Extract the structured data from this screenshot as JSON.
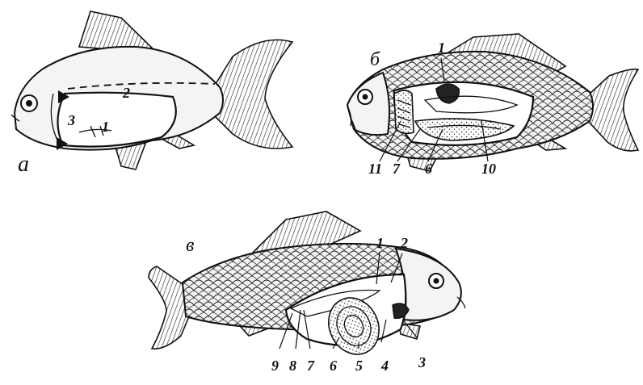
{
  "panels": {
    "a": {
      "letter": "а",
      "labels": [
        "1",
        "2",
        "3"
      ]
    },
    "b": {
      "letter": "б",
      "labels": [
        "1",
        "11",
        "7",
        "6",
        "10"
      ]
    },
    "v": {
      "letter": "в",
      "labels": [
        "1",
        "2",
        "3",
        "4",
        "5",
        "6",
        "7",
        "8",
        "9"
      ]
    }
  }
}
